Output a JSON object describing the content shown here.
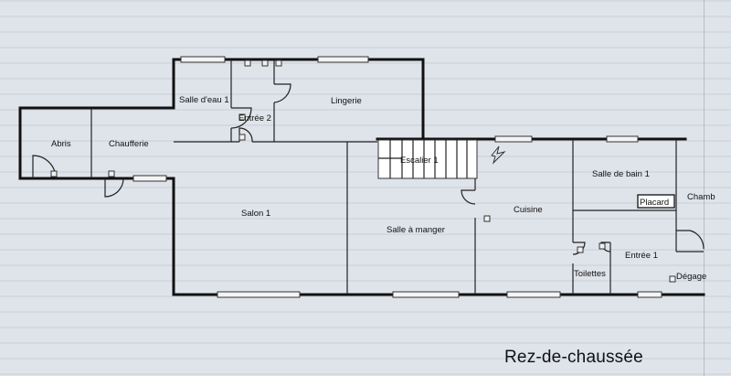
{
  "title": "Rez-de-chaussée",
  "rooms": {
    "abris": "Abris",
    "chaufferie": "Chaufferie",
    "salle_eau": "Salle d'eau 1",
    "entree2": "Entrée 2",
    "lingerie": "Lingerie",
    "escalier": "Escalier 1",
    "salon": "Salon 1",
    "salle_manger": "Salle à manger",
    "cuisine": "Cuisine",
    "salle_bain": "Salle de bain 1",
    "placard": "Placard",
    "chambre": "Chamb",
    "toilettes": "Toilettes",
    "entree1": "Entrée 1",
    "degage": "Dégage"
  },
  "colors": {
    "wall": "#111111",
    "paper": "#dfe3ea"
  }
}
